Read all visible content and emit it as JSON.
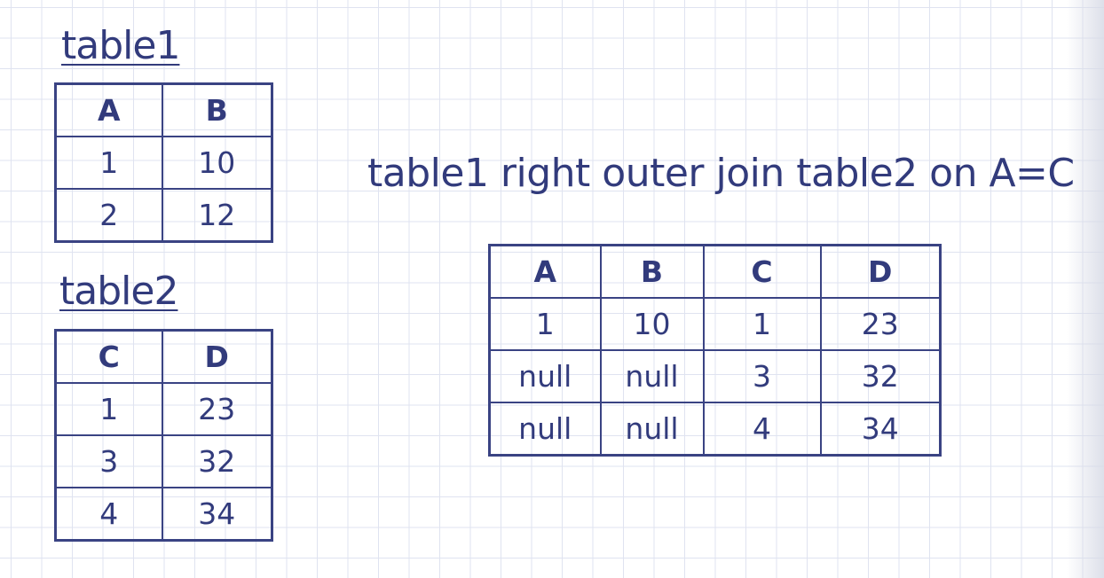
{
  "table1": {
    "caption": "table1",
    "headers": [
      "A",
      "B"
    ],
    "rows": [
      [
        "1",
        "10"
      ],
      [
        "2",
        "12"
      ]
    ]
  },
  "table2": {
    "caption": "table2",
    "headers": [
      "C",
      "D"
    ],
    "rows": [
      [
        "1",
        "23"
      ],
      [
        "3",
        "32"
      ],
      [
        "4",
        "34"
      ]
    ]
  },
  "join_title": "table1 right outer join table2 on A=C",
  "result": {
    "headers": [
      "A",
      "B",
      "C",
      "D"
    ],
    "rows": [
      [
        "1",
        "10",
        "1",
        "23"
      ],
      [
        "null",
        "null",
        "3",
        "32"
      ],
      [
        "null",
        "null",
        "4",
        "34"
      ]
    ]
  },
  "colors": {
    "text": "#323b7c",
    "border": "#3a4383",
    "grid": "#dfe3f0",
    "background": "#ffffff"
  }
}
